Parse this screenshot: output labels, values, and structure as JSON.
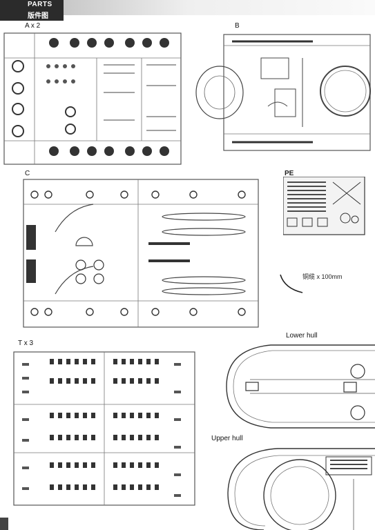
{
  "header": {
    "title_en": "PARTS",
    "title_cn": "版件图"
  },
  "sprues": {
    "a": {
      "label": "A x 2"
    },
    "b": {
      "label": "B"
    },
    "c": {
      "label": "C"
    },
    "pe": {
      "label": "PE"
    },
    "t": {
      "label": "T x 3"
    }
  },
  "copper_wire": {
    "label": "铜缆 x 100mm"
  },
  "hulls": {
    "lower": "Lower hull",
    "upper": "Upper hull"
  }
}
